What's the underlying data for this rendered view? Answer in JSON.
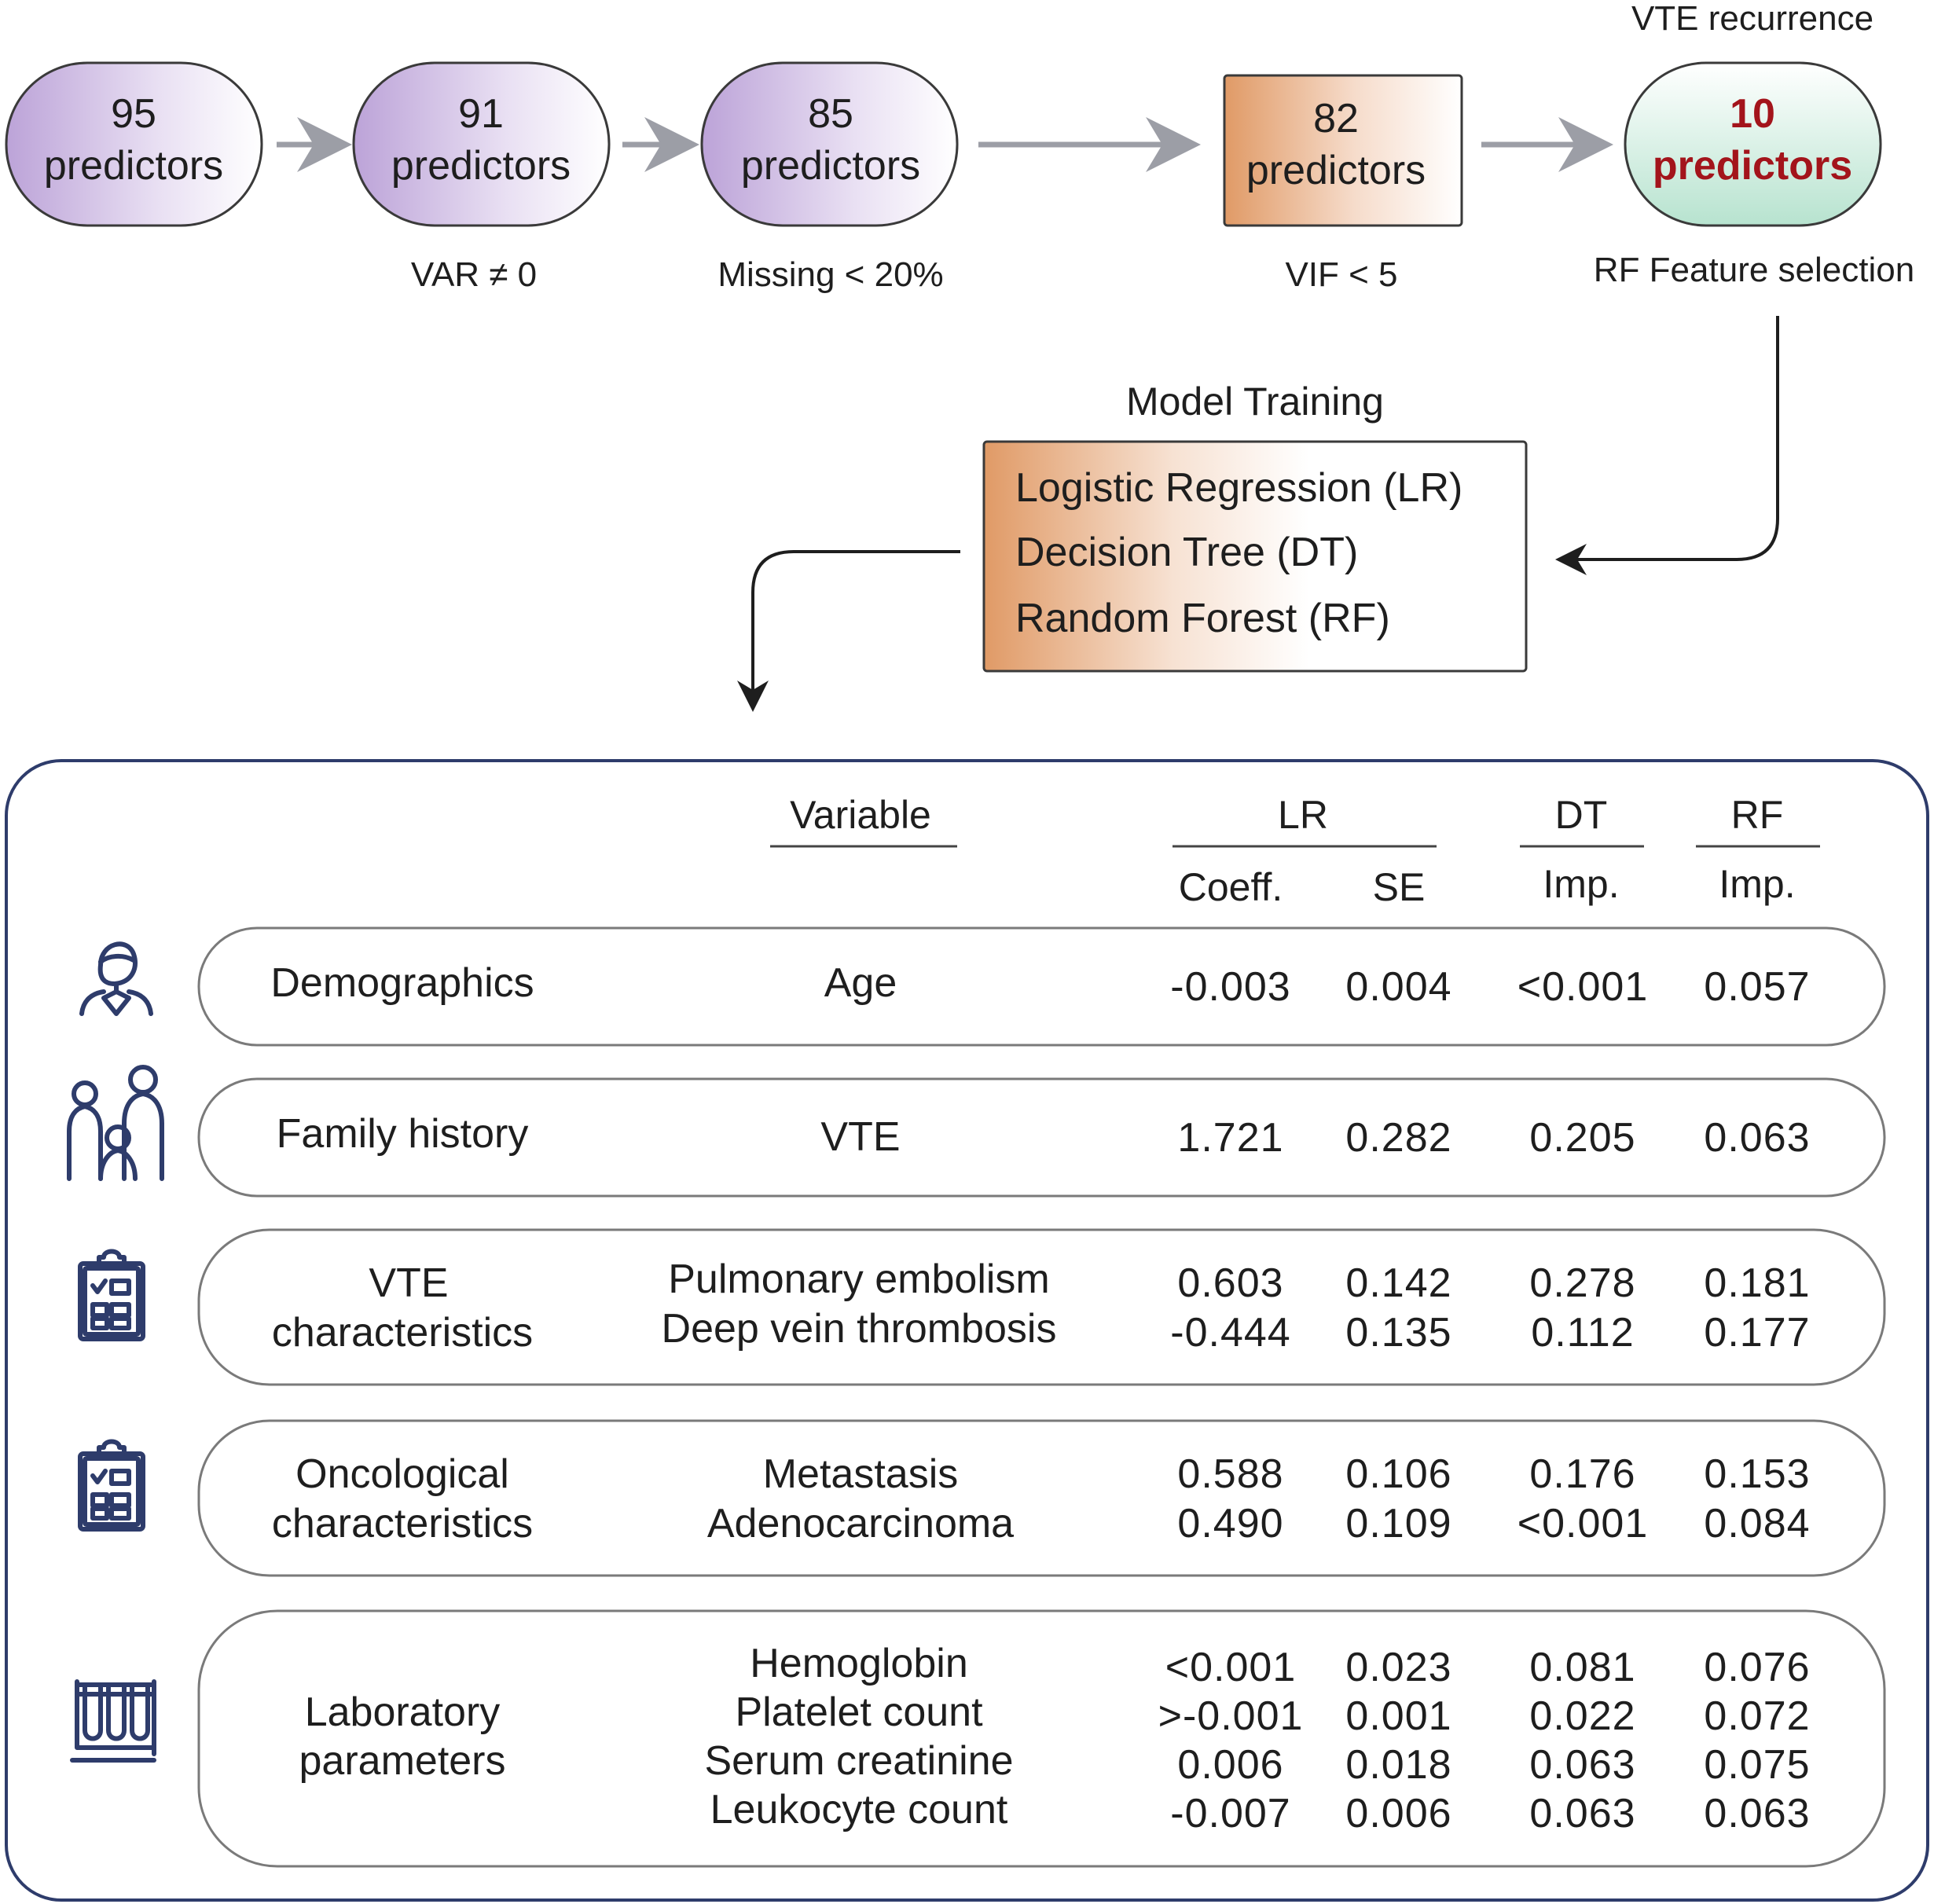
{
  "pipeline": {
    "nodes": [
      {
        "count": "95",
        "word": "predictors"
      },
      {
        "count": "91",
        "word": "predictors"
      },
      {
        "count": "85",
        "word": "predictors"
      },
      {
        "count": "82",
        "word": "predictors"
      },
      {
        "count": "10",
        "word": "predictors"
      }
    ],
    "captions": [
      "VAR ≠ 0",
      "Missing < 20%",
      "VIF < 5",
      "RF Feature selection"
    ],
    "outcome_label": "VTE recurrence",
    "colors": {
      "purple": "#bfa8d9",
      "orange": "#e2a06e",
      "green": "#bfe6d4",
      "highlight_text": "#a3141b",
      "arrow_grey": "#9c9ea6"
    }
  },
  "model_training": {
    "title": "Model Training",
    "items": [
      "Logistic Regression (LR)",
      "Decision Tree (DT)",
      "Random Forest (RF)"
    ]
  },
  "table": {
    "headers": {
      "variable": "Variable",
      "lr": "LR",
      "dt": "DT",
      "rf": "RF",
      "coeff": "Coeff.",
      "se": "SE",
      "dt_imp": "Imp.",
      "rf_imp": "Imp."
    },
    "groups": [
      {
        "category": [
          "Demographics"
        ],
        "icon": "person-icon",
        "rows": [
          {
            "variable": "Age",
            "coeff": "-0.003",
            "se": "0.004",
            "dt": "<0.001",
            "rf": "0.057"
          }
        ]
      },
      {
        "category": [
          "Family history"
        ],
        "icon": "family-icon",
        "rows": [
          {
            "variable": "VTE",
            "coeff": "1.721",
            "se": "0.282",
            "dt": "0.205",
            "rf": "0.063"
          }
        ]
      },
      {
        "category": [
          "VTE",
          "characteristics"
        ],
        "icon": "clipboard-icon",
        "rows": [
          {
            "variable": "Pulmonary embolism",
            "coeff": "0.603",
            "se": "0.142",
            "dt": "0.278",
            "rf": "0.181"
          },
          {
            "variable": "Deep vein thrombosis",
            "coeff": "-0.444",
            "se": "0.135",
            "dt": "0.112",
            "rf": "0.177"
          }
        ]
      },
      {
        "category": [
          "Oncological",
          "characteristics"
        ],
        "icon": "clipboard-icon",
        "rows": [
          {
            "variable": "Metastasis",
            "coeff": "0.588",
            "se": "0.106",
            "dt": "0.176",
            "rf": "0.153"
          },
          {
            "variable": "Adenocarcinoma",
            "coeff": "0.490",
            "se": "0.109",
            "dt": "<0.001",
            "rf": "0.084"
          }
        ]
      },
      {
        "category": [
          "Laboratory",
          "parameters"
        ],
        "icon": "test-tubes-icon",
        "rows": [
          {
            "variable": "Hemoglobin",
            "coeff": "<0.001",
            "se": "0.023",
            "dt": "0.081",
            "rf": "0.076"
          },
          {
            "variable": "Platelet count",
            "coeff": ">-0.001",
            "se": "0.001",
            "dt": "0.022",
            "rf": "0.072"
          },
          {
            "variable": "Serum creatinine",
            "coeff": "0.006",
            "se": "0.018",
            "dt": "0.063",
            "rf": "0.075"
          },
          {
            "variable": "Leukocyte count",
            "coeff": "-0.007",
            "se": "0.006",
            "dt": "0.063",
            "rf": "0.063"
          }
        ]
      }
    ]
  }
}
